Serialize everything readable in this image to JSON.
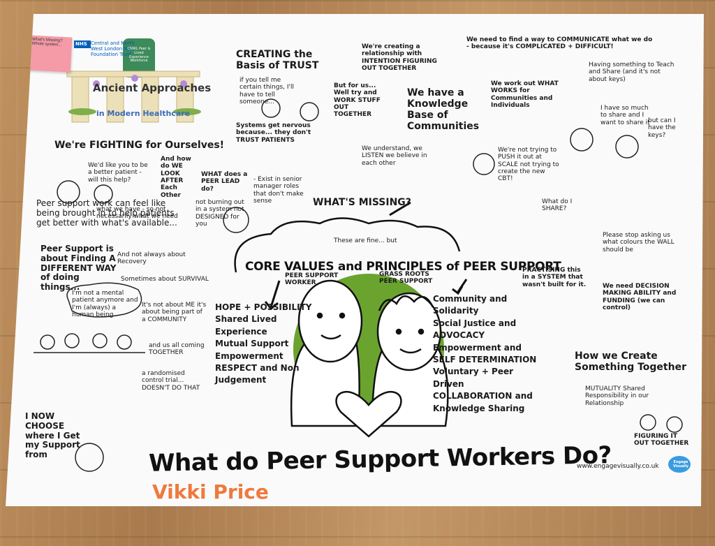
{
  "poster": {
    "sticky_note": "What's Missing? Whole system...",
    "nhs_text": "NHS",
    "trust_name": "Central and North West London NHS Foundation Trust",
    "cnwl_badge": "CNWL Peer & Lived Experience Workforce",
    "logo_title": "Ancient Approaches",
    "logo_subtitle": "in Modern Healthcare",
    "main_title": "What do Peer Support Workers Do?",
    "author": "Vikki Price",
    "website": "www.engagevisually.co.uk",
    "website_logo": "Engage Visually"
  },
  "notes": {
    "fighting": "We're FIGHTING for Ourselves!",
    "better_patient": "We'd like you to be a better patient - will this help?",
    "look_after": "And how do WE LOOK AFTER Each Other",
    "what_we_have": "what we have - so not necessarily what we need",
    "peer_support_work": "Peer support work can feel like being brought in to help patients get better with what's available...",
    "peer_lead": "WHAT does a PEER LEAD do?",
    "exist": "- Exist in senior manager roles that don't make sense",
    "not_burning": "not burning out in a system not DESIGNED for you",
    "different_way": "Peer Support is about Finding A DIFFERENT WAY of doing things...",
    "recovery": "And not always about Recovery",
    "survival": "Sometimes about SURVIVAL",
    "not_mental_patient": "I'm not a mental patient anymore and I'm (always) a human being",
    "not_about_me": "It's not about ME it's about being part of a COMMUNITY",
    "coming_together": "and us all coming TOGETHER",
    "randomised": "a randomised control trial... DOESN'T DO THAT",
    "choose": "I NOW CHOOSE where I Get my Support from",
    "trust_basis": "CREATING the Basis of TRUST",
    "if_you_tell": "if you tell me certain things, I'll have to tell someone...",
    "but_for_us": "But for us... Well try and WORK STUFF OUT TOGETHER",
    "systems_nervous": "Systems get nervous because... they don't TRUST PATIENTS",
    "relationship": "We're creating a relationship with INTENTION FIGURING OUT TOGETHER",
    "knowledge_base": "We have a Knowledge Base of Communities",
    "we_understand": "We understand, we LISTEN we believe in each other",
    "communicate": "We need to find a way to COMMUNICATE what we do - because it's COMPLICATED + DIFFICULT!",
    "what_works": "We work out WHAT WORKS for Communities and Individuals",
    "not_trying": "We're not trying to PUSH it out at SCALE not trying to create the new CBT!",
    "teach_share": "Having something to Teach and Share (and it's not about keys)",
    "so_much": "I have so much to share and I want to share it",
    "keys": "but can I have the keys?",
    "what_share": "What do I SHARE?",
    "whats_missing": "WHAT'S MISSING?",
    "fine_but": "These are fine... but",
    "core_values": "CORE VALUES and PRINCIPLES of PEER SUPPORT",
    "psw_label": "PEER SUPPORT WORKER",
    "grass_roots": "GRASS ROOTS PEER SUPPORT",
    "stop_asking": "Please stop asking us what colours the WALL should be",
    "practising": "PRACTISING this in a SYSTEM that wasn't built for it.",
    "decision": "We need DECISION MAKING ABILITY and FUNDING (we can control)",
    "create_together": "How we Create Something Together",
    "mutuality": "MUTUALITY Shared Responsibility in our Relationship",
    "figuring": "FIGURING IT OUT TOGETHER"
  },
  "left_values": [
    "HOPE + POSSIBILITY",
    "Shared Lived Experience",
    "Mutual Support",
    "Empowerment",
    "RESPECT and Non Judgement"
  ],
  "right_values": [
    "Community and Solidarity",
    "Social Justice and ADVOCACY",
    "Empowerment and SELF DETERMINATION",
    "Voluntary + Peer Driven",
    "COLLABORATION and Knowledge Sharing"
  ],
  "colors": {
    "accent_orange": "#ee7a3d",
    "green": "#6aa42f",
    "logo_green": "#3d8a5a",
    "nhs_blue": "#005eb8"
  }
}
